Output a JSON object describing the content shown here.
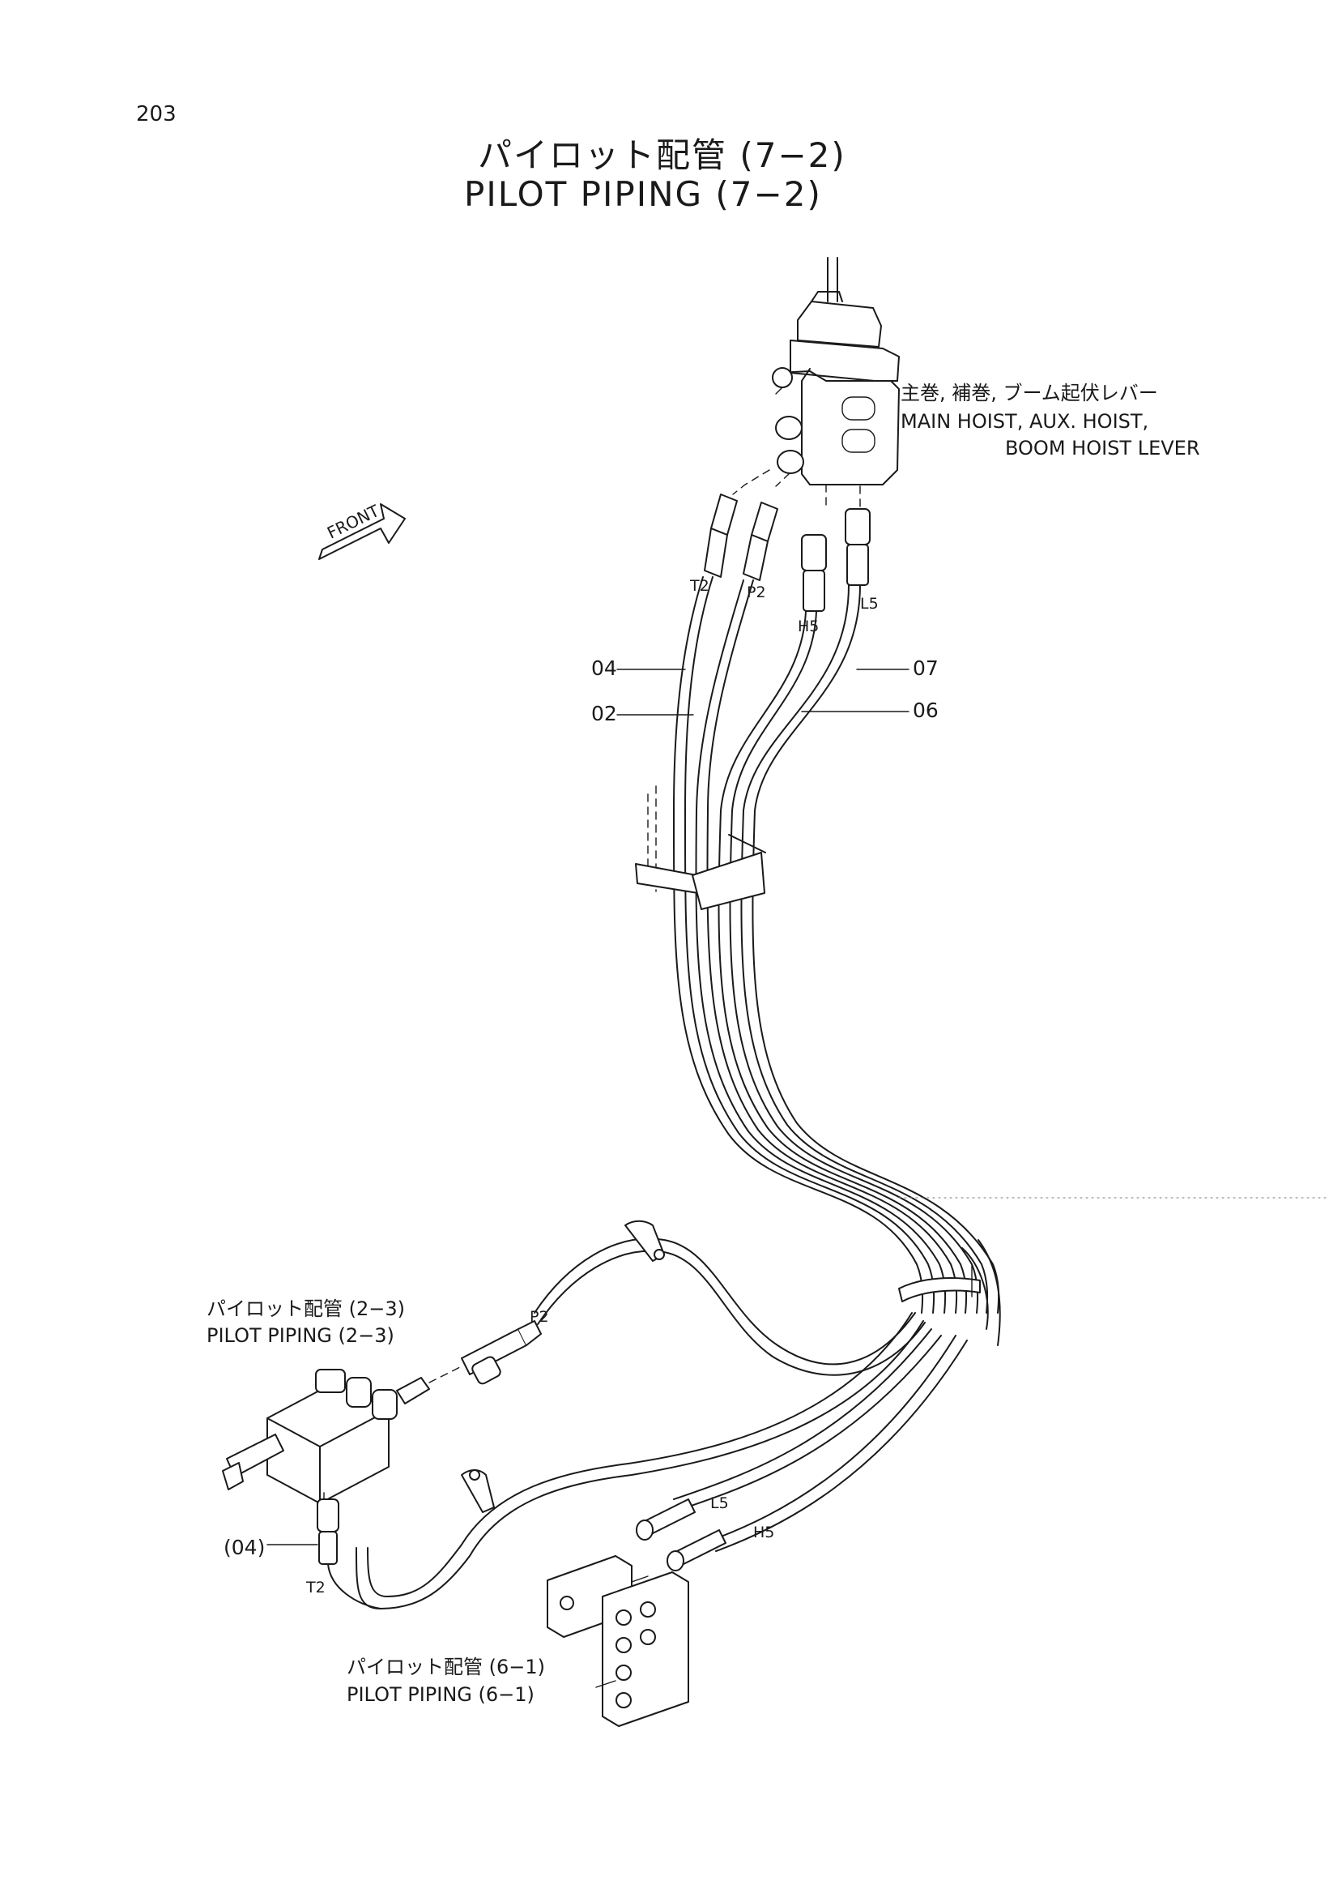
{
  "page_number": "203",
  "title": {
    "jp": "パイロット配管 (7−2)",
    "en": "PILOT PIPING (7−2)"
  },
  "front_indicator": "FRONT",
  "callouts": {
    "lever": {
      "jp": "主巻, 補巻, ブーム起伏レバー",
      "en_line1": "MAIN HOIST, AUX. HOIST,",
      "en_line2": "BOOM HOIST LEVER"
    },
    "pilot_2_3": {
      "jp": "パイロット配管 (2−3)",
      "en": "PILOT PIPING (2−3)"
    },
    "pilot_6_1": {
      "jp": "パイロット配管 (6−1)",
      "en": "PILOT PIPING (6−1)"
    }
  },
  "part_numbers": {
    "hose_04": "04",
    "hose_02": "02",
    "hose_07": "07",
    "hose_06": "06",
    "hose_04_ref": "(04)"
  },
  "port_labels": {
    "upper_t2": "T2",
    "upper_p2": "P2",
    "upper_h5": "H5",
    "upper_l5": "L5",
    "lower_p2": "P2",
    "lower_l5": "L5",
    "lower_h5": "H5",
    "lower_t2": "T2"
  }
}
